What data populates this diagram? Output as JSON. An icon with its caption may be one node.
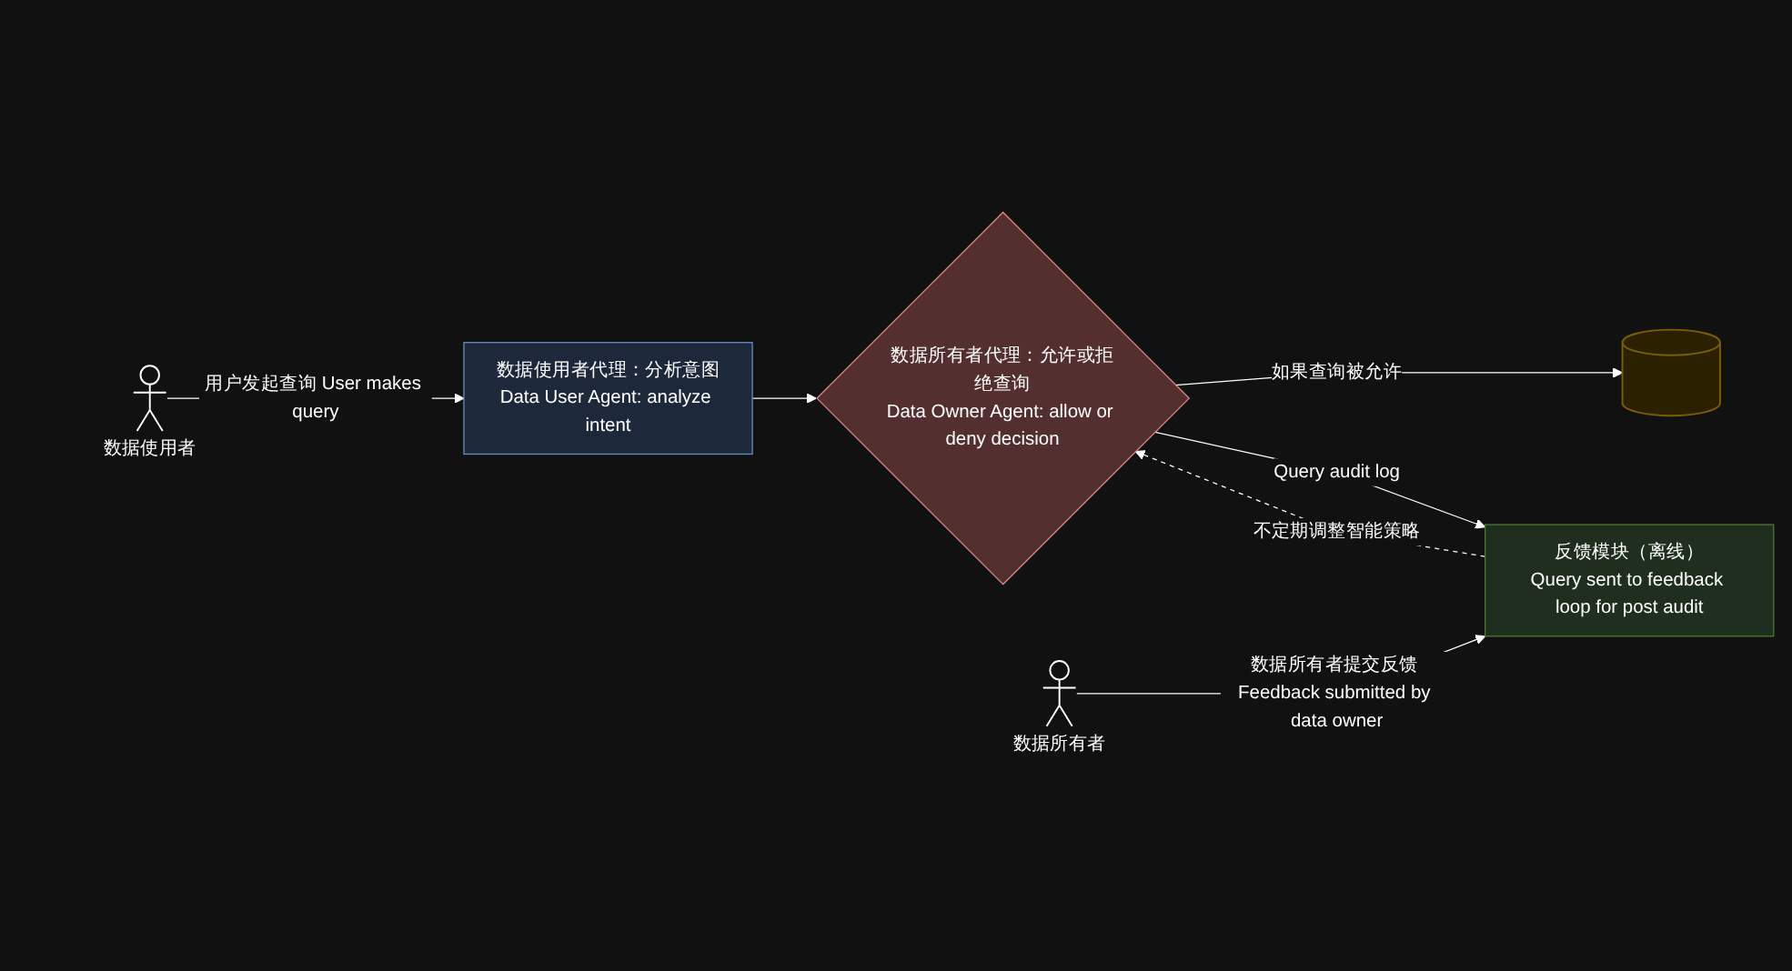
{
  "diagram": {
    "nodes": [
      {
        "text": [],
        "shape": "person",
        "beside": [
          "数据使用者"
        ]
      },
      {
        "text": [
          "数据使用者代理：分析意图",
          "Data User Agent: analyze intent"
        ]
      },
      {
        "text": [
          "数据所有者代理：允许或拒绝查询",
          "Data Owner Agent: allow or deny decision"
        ]
      },
      {
        "text": [],
        "shape": "cylinder"
      },
      {
        "text": [
          "反馈模块（离线）",
          "Query sent to feedback loop for post audit"
        ]
      },
      {
        "text": [],
        "shape": "person",
        "beside": [
          "数据所有者"
        ]
      }
    ],
    "edges": [
      {
        "from": 0,
        "to": 1,
        "arrow": "to",
        "label": "用户发起查询 User makes query"
      },
      {
        "from": 1,
        "to": 2,
        "arrow": "to"
      },
      {
        "from": 2,
        "to": 3,
        "arrow": "to",
        "label": "如果查询被允许"
      },
      {
        "from": 2,
        "to": 4,
        "arrow": "to",
        "label": "Query audit log"
      },
      {
        "from": 4,
        "to": 2,
        "arrow": "to",
        "label": "不定期调整智能策略",
        "style": "dashed"
      },
      {
        "from": 5,
        "to": 4,
        "arrow": "to",
        "label": "数据所有者提交反馈 Feedback submitted by data owner"
      }
    ]
  }
}
